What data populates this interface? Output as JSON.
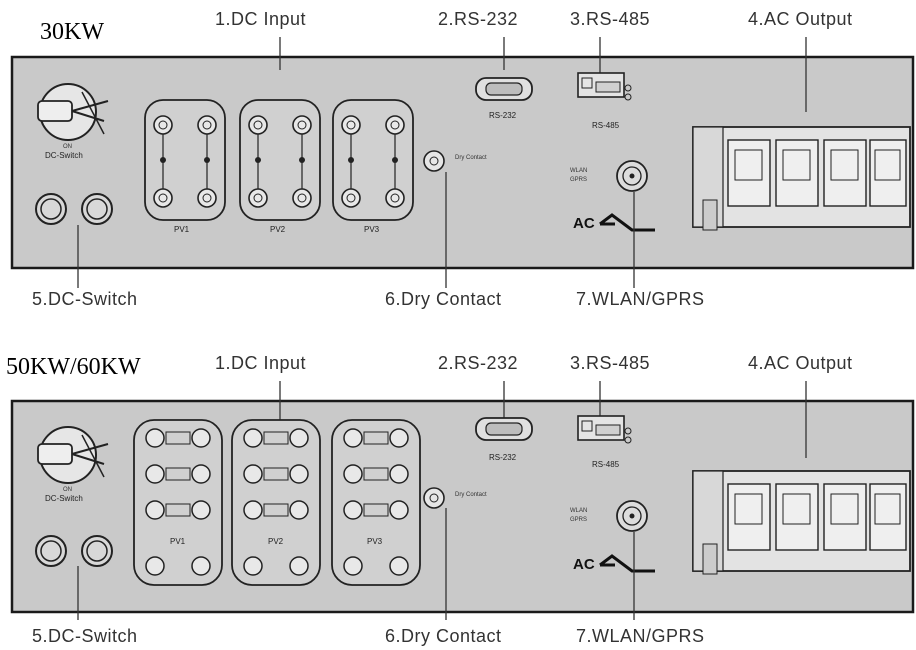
{
  "colors": {
    "panel_fill": "#c9c9c9",
    "panel_stroke": "#1a1a1a",
    "callout_line": "#333333",
    "label_text": "#333333"
  },
  "panels": [
    {
      "model": "30KW",
      "callouts": {
        "dc_input": "1.DC Input",
        "rs232": "2.RS-232",
        "rs485": "3.RS-485",
        "ac_output": "4.AC Output",
        "dc_switch": "5.DC-Switch",
        "dry_contact": "6.Dry Contact",
        "wlan": "7.WLAN/GPRS"
      },
      "labels": {
        "switch_on": "ON",
        "dc_switch": "DC-Switch",
        "rs232": "RS-232",
        "rs485": "RS-485",
        "dry_contact": "Dry Contact",
        "wlan_top": "WLAN",
        "wlan_bottom": "GPRS",
        "ac": "AC",
        "pv": [
          "PV1",
          "PV2",
          "PV3"
        ]
      }
    },
    {
      "model": "50KW/60KW",
      "callouts": {
        "dc_input": "1.DC Input",
        "rs232": "2.RS-232",
        "rs485": "3.RS-485",
        "ac_output": "4.AC Output",
        "dc_switch": "5.DC-Switch",
        "dry_contact": "6.Dry Contact",
        "wlan": "7.WLAN/GPRS"
      },
      "labels": {
        "switch_on": "ON",
        "dc_switch": "DC-Switch",
        "rs232": "RS-232",
        "rs485": "RS-485",
        "dry_contact": "Dry Contact",
        "wlan_top": "WLAN",
        "wlan_bottom": "GPRS",
        "ac": "AC",
        "pv": [
          "PV1",
          "PV2",
          "PV3"
        ]
      }
    }
  ]
}
